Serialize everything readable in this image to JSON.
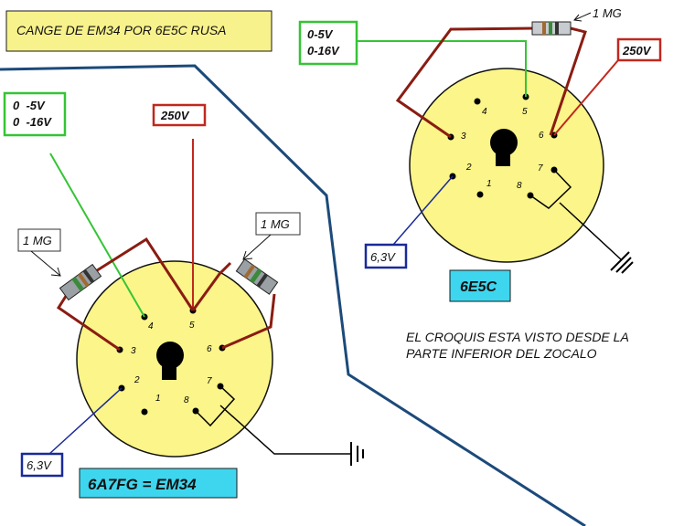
{
  "title": "CANGE DE EM34 POR 6E5C RUSA",
  "note": {
    "line1": "EL CROQUIS ESTA VISTO DESDE LA",
    "line2": "PARTE INFERIOR DEL ZOCALO"
  },
  "left_socket": {
    "name": "6A7FG = EM34",
    "grid_label": {
      "line1": "0  -5V",
      "line2": "0  -16V"
    },
    "hv_label": "250V",
    "heater_label": "6,3V",
    "resistor_left_label": "1 MG",
    "resistor_right_label": "1 MG",
    "pins": [
      "1",
      "2",
      "3",
      "4",
      "5",
      "6",
      "7",
      "8"
    ]
  },
  "right_socket": {
    "name": "6E5C",
    "grid_label": {
      "line1": "0-5V",
      "line2": "0-16V"
    },
    "hv_label": "250V",
    "heater_label": "6,3V",
    "resistor_label": "1 MG",
    "pins": [
      "1",
      "2",
      "3",
      "4",
      "5",
      "6",
      "7",
      "8"
    ]
  },
  "colors": {
    "socket_fill": "#fbf58a",
    "wire_green": "#35c435",
    "wire_red": "#c0281e",
    "wire_maroon": "#8a1c12",
    "wire_blue": "#1a2a9a",
    "divider": "#1c4a7a",
    "title_box": "#f8f28c",
    "name_box": "#3ed6ee"
  }
}
